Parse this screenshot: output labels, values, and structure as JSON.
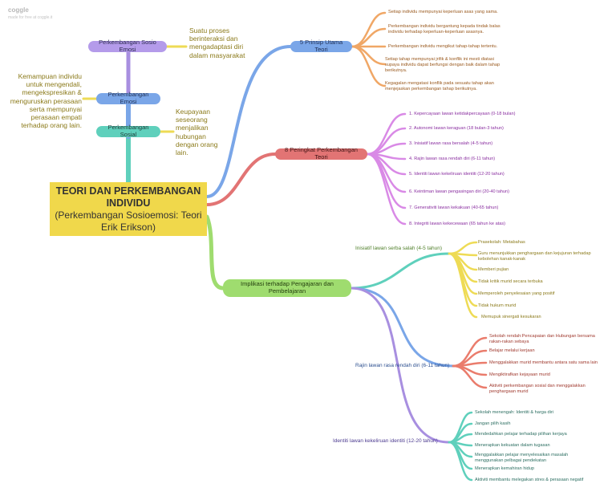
{
  "brand": {
    "name": "coggle",
    "tagline": "made for free at coggle.it"
  },
  "root": {
    "title": "TEORI DAN PERKEMBANGAN INDIVIDU",
    "subtitle": "(Perkembangan Sosioemosi: Teori Erik Erikson)"
  },
  "left": {
    "sosio_emosi": {
      "label": "Perkembangan Sosio Emosi",
      "note": "Suatu proses berinteraksi dan mengadaptasi diri dalam masyarakat"
    },
    "emosi": {
      "label": "Perkembangan Emosi",
      "note": "Kemampuan individu untuk mengendali, mengekspresikan & menguruskan perasaan serta mempunyai perasaan empati terhadap orang lain."
    },
    "sosial": {
      "label": "Perkembangan Sosial",
      "note": "Keupayaan seseorang menjalikan hubungan dengan orang lain."
    }
  },
  "prinsip": {
    "label": "5 Prinsip Utama Teori",
    "items": [
      "Setiap individu mempunyai keperluan asas yang sama.",
      "Perkembangan individu bergantung kepada tindak balas individu terhadap keperluan-keperluan asasnya.",
      "Perkembangan individu mengikut tahap-tahap tertentu.",
      "Setiap tahap mempunyai jrifik & konflik ini mesti diatasi supaya individu dapat berfungsi dengan baik dalam tahap berikutnya.",
      "Kegagalan mengatasi konflik pada sesuatu tahap akan menjejaskan perkembangan tahap berikutnya."
    ]
  },
  "peringkat": {
    "label": "8 Peringkat Perkembangan Teori",
    "items": [
      "1.  Kepercayaan lawan ketidakpercayaan (0-18 bulan)",
      "2.  Autonomi lawan keraguan (18 bulan-3 tahun)",
      "3.  Inisiatif lawan rasa bersalah (4-5 tahun)",
      "4.  Rajin lawan rasa rendah diri (6-11 tahun)",
      "5.  Identiti lawan kekeliruan identiti (12-20 tahun)",
      "6.  Keintiman lawan pengasingan diri (20-40 tahun)",
      "7.  Generativiti lawan kekakuan (40-65 tahun)",
      "8.  Integriti lawan kekecewaan (65 tahun ke atas)"
    ]
  },
  "implikasi": {
    "label": "Implikasi terhadap Pengajaran dan Pembelajaran",
    "groups": [
      {
        "label": "Inisiatif lawan serba salah (4-5 tahun)",
        "items": [
          "Prasekolah: Metabahas",
          "Guru menunjukkan penghargaan dan kejujuran terhadap kebolehan kanak-kanak",
          "Memberi pujian",
          "Tidak kritik murid secara terbuka",
          "Memperoleh penyelesaian yang positif",
          "Tidak hukum murid",
          "Memupuk sinergati kesukaran"
        ]
      },
      {
        "label": "Rajin lawan rasa rendah diri (6-11 tahun)",
        "items": [
          "Sekolah rendah:Pencapaian dan Hubungan bersama rakan-rakan sebaya",
          "Belajar melalui kerjaan",
          "Menggalakkan murid membantu antara satu sama lain",
          "Mengiktirafkan kejayaan murid",
          "Aktiviti perkembangan sosial dan menggalakkan penghargaan murid"
        ]
      },
      {
        "label": "Identiti lawan kekeliruan identiti (12-20 tahun)",
        "items": [
          "Sekolah menengah: Identiti & harga diri",
          "Jangan pilih kasih",
          "Mendedahkan pelajar terhadap pilihan kerjaya",
          "Menerapkan kekuatan dalam tugasan",
          "Menggalakkan pelajar menyelesaikan masalah menggunakan pelbagai pendekatan",
          "Menerapkan kemahiran hidup",
          "Aktiviti membantu melegakan stres & perasaan negatif"
        ]
      }
    ]
  },
  "colors": {
    "root": "#f0d84b",
    "purple": "#a88fe0",
    "blue": "#7aa6e8",
    "teal": "#5fd0bc",
    "orange": "#f0a766",
    "red": "#e27474",
    "magenta": "#d98ae6",
    "green": "#9fdc6f",
    "yellow": "#eedb55",
    "salmon": "#ea7c6c",
    "note": "#8b7a1a"
  }
}
